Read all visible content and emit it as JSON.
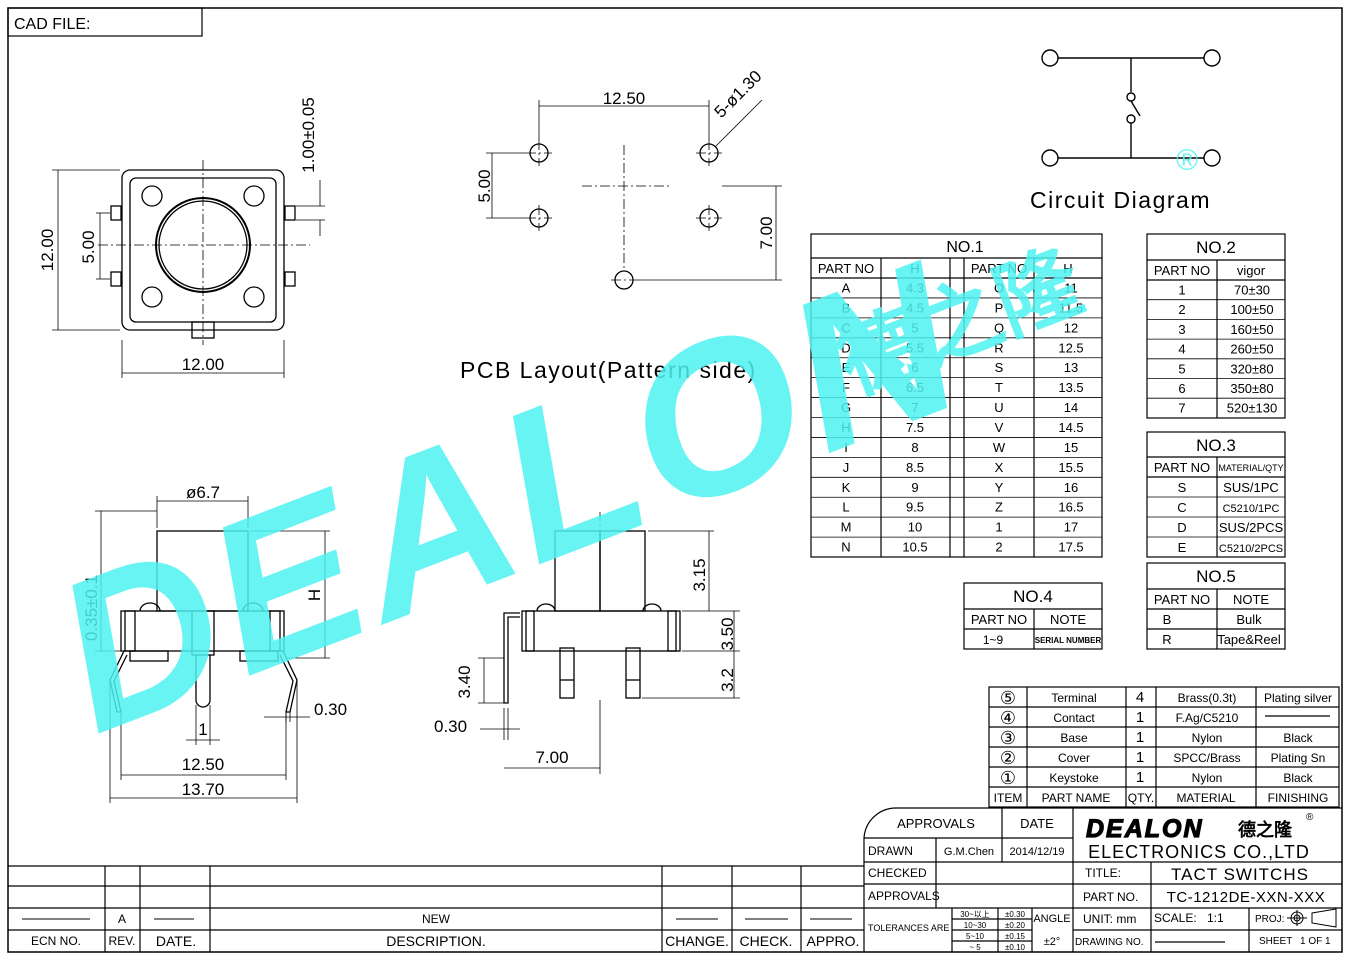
{
  "header": {
    "cad_file": "CAD FILE:"
  },
  "watermark": {
    "text": "DEALON",
    "cn": "德之隆",
    "color": "#4ff2f2",
    "reg": "®"
  },
  "top_drawing": {
    "dims": {
      "width": "12.00",
      "height": "12.00",
      "pin_span": "5.00",
      "pin": "1.00±0.05"
    }
  },
  "pcb": {
    "title": "PCB Layout(Pattern side)",
    "dims": {
      "horiz": "12.50",
      "vert": "5.00",
      "holes": "5-ø1.30",
      "offset": "7.00"
    }
  },
  "circuit": {
    "title": "Circuit Diagram"
  },
  "side_left": {
    "dims": {
      "dia": "ø6.7",
      "h": "H",
      "offset": "0.35±0.1",
      "pin": "1",
      "pitch": "12.50",
      "total": "13.70",
      "lead": "0.30"
    }
  },
  "side_right": {
    "dims": {
      "top": "3.15",
      "body": "3.50",
      "lead": "3.2",
      "left": "3.40",
      "thick": "0.30",
      "width": "7.00"
    }
  },
  "table1": {
    "title": "NO.1",
    "headers": [
      "PART NO",
      "H",
      "PART NO",
      "H"
    ],
    "rows": [
      [
        "A",
        "4.3",
        "O",
        "11"
      ],
      [
        "B",
        "4.5",
        "P",
        "11.5"
      ],
      [
        "C",
        "5",
        "Q",
        "12"
      ],
      [
        "D",
        "5.5",
        "R",
        "12.5"
      ],
      [
        "E",
        "6",
        "S",
        "13"
      ],
      [
        "F",
        "6.5",
        "T",
        "13.5"
      ],
      [
        "G",
        "7",
        "U",
        "14"
      ],
      [
        "H",
        "7.5",
        "V",
        "14.5"
      ],
      [
        "I",
        "8",
        "W",
        "15"
      ],
      [
        "J",
        "8.5",
        "X",
        "15.5"
      ],
      [
        "K",
        "9",
        "Y",
        "16"
      ],
      [
        "L",
        "9.5",
        "Z",
        "16.5"
      ],
      [
        "M",
        "10",
        "1",
        "17"
      ],
      [
        "N",
        "10.5",
        "2",
        "17.5"
      ]
    ]
  },
  "table2": {
    "title": "NO.2",
    "headers": [
      "PART NO",
      "vigor"
    ],
    "rows": [
      [
        "1",
        "70±30"
      ],
      [
        "2",
        "100±50"
      ],
      [
        "3",
        "160±50"
      ],
      [
        "4",
        "260±50"
      ],
      [
        "5",
        "320±80"
      ],
      [
        "6",
        "350±80"
      ],
      [
        "7",
        "520±130"
      ]
    ]
  },
  "table3": {
    "title": "NO.3",
    "headers": [
      "PART NO",
      "MATERIAL/QTY"
    ],
    "rows": [
      [
        "S",
        "SUS/1PC"
      ],
      [
        "C",
        "C5210/1PC"
      ],
      [
        "D",
        "SUS/2PCS"
      ],
      [
        "E",
        "C5210/2PCS"
      ]
    ]
  },
  "table4": {
    "title": "NO.4",
    "headers": [
      "PART NO",
      "NOTE"
    ],
    "rows": [
      [
        "1~9",
        "SERIAL NUMBER"
      ]
    ]
  },
  "table5": {
    "title": "NO.5",
    "headers": [
      "PART NO",
      "NOTE"
    ],
    "rows": [
      [
        "B",
        "Bulk"
      ],
      [
        "R",
        "Tape&Reel"
      ]
    ]
  },
  "bom": {
    "rows": [
      [
        "⑤",
        "Terminal",
        "4",
        "Brass(0.3t)",
        "Plating silver"
      ],
      [
        "④",
        "Contact",
        "1",
        "F.Ag/C5210",
        ""
      ],
      [
        "③",
        "Base",
        "1",
        "Nylon",
        "Black"
      ],
      [
        "②",
        "Cover",
        "1",
        "SPCC/Brass",
        "Plating Sn"
      ],
      [
        "①",
        "Keystoke",
        "1",
        "Nylon",
        "Black"
      ]
    ],
    "headers": [
      "ITEM",
      "PART NAME",
      "QTY.",
      "MATERIAL",
      "FINISHING"
    ]
  },
  "title_block": {
    "approvals_label": "APPROVALS",
    "date_label": "DATE",
    "drawn_label": "DRAWN",
    "drawn_by": "G.M.Chen",
    "drawn_date": "2014/12/19",
    "checked_label": "CHECKED",
    "approvals2_label": "APPROVALS",
    "company": "ELECTRONICS CO.,LTD",
    "title_label": "TITLE:",
    "title_value": "TACT SWITCHS",
    "partno_label": "PART NO.",
    "partno_value": "TC-1212DE-XXN-XXX",
    "tolerances_label": "TOLERANCES ARE",
    "tol_ranges": [
      "30~以上",
      "10~30",
      "5~10",
      "~ 5"
    ],
    "tol_values": [
      "±0.30",
      "±0.20",
      "±0.15",
      "±0.10"
    ],
    "angle_label": "ANGLE",
    "angle_value": "±2°",
    "unit_label": "UNIT: mm",
    "scale_label": "SCALE:",
    "scale_value": "1:1",
    "proj_label": "PROJ:",
    "drawing_no_label": "DRAWING NO.",
    "sheet_label": "SHEET",
    "sheet_value": "1 OF 1"
  },
  "revision": {
    "rev_value": "A",
    "description": "NEW",
    "headers": [
      "ECN NO.",
      "REV.",
      "DATE.",
      "DESCRIPTION.",
      "CHANGE.",
      "CHECK.",
      "APPRO."
    ]
  }
}
